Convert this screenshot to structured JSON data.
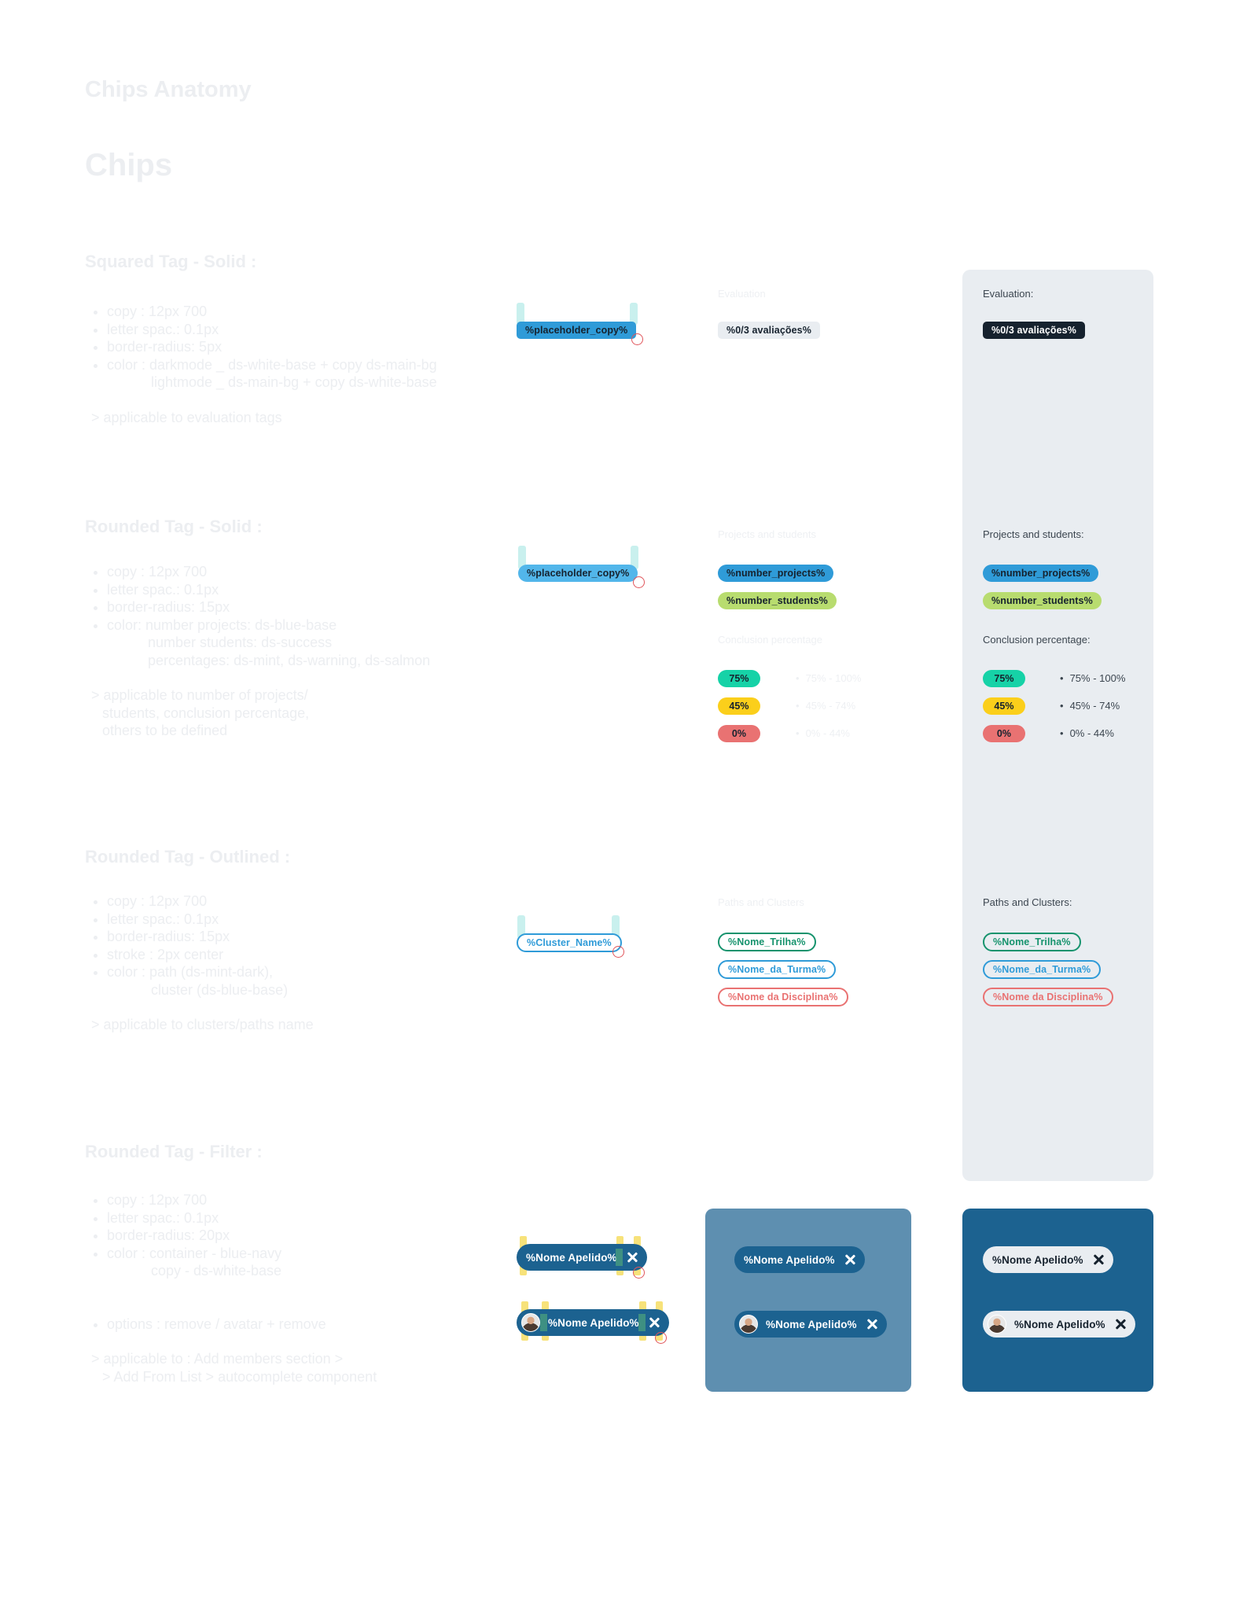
{
  "page": {
    "anatomy_title": "Chips Anatomy",
    "title": "Chips"
  },
  "sections": {
    "squared_solid": {
      "heading": "Squared Tag - Solid :",
      "specs": [
        "copy : 12px 700",
        "letter spac.: 0.1px",
        "border-radius: 5px",
        "color : darkmode _ ds-white-base + copy ds-main-bg",
        "lightmode _ ds-main-bg + copy ds-white-base"
      ],
      "note": "> applicable to evaluation tags"
    },
    "rounded_solid": {
      "heading": "Rounded Tag - Solid :",
      "specs": [
        "copy : 12px 700",
        "letter spac.: 0.1px",
        "border-radius: 15px",
        "color: number projects: ds-blue-base",
        "number students: ds-success",
        "percentages: ds-mint, ds-warning, ds-salmon"
      ],
      "note": [
        "> applicable to number of projects/",
        "students, conclusion percentage,",
        "others to be defined"
      ]
    },
    "rounded_outlined": {
      "heading": "Rounded Tag - Outlined :",
      "specs": [
        "copy : 12px 700",
        "letter spac.: 0.1px",
        "border-radius: 15px",
        "stroke : 2px center",
        "color : path (ds-mint-dark),",
        "cluster (ds-blue-base)"
      ],
      "note": "> applicable to clusters/paths name"
    },
    "rounded_filter": {
      "heading": "Rounded Tag - Filter :",
      "specs": [
        "copy : 12px 700",
        "letter spac.: 0.1px",
        "border-radius: 20px",
        "color : container - blue-navy",
        "copy - ds-white-base"
      ],
      "options": "options : remove / avatar + remove",
      "note": [
        "> applicable to : Add members section >",
        "> Add From List >  autocomplete component"
      ]
    }
  },
  "anatomy_chips": {
    "placeholder_square": "%placeholder_copy%",
    "placeholder_round": "%placeholder_copy%",
    "cluster": "%Cluster_Name%",
    "filter": "%Nome Apelido%",
    "filter_avatar": "%Nome Apelido%"
  },
  "labels": {
    "evaluation": "Evaluation:",
    "evaluation_faint": "Evaluation",
    "projects_students": "Projects and students:",
    "projects_students_faint": "Projects and students",
    "conclusion": "Conclusion percentage:",
    "conclusion_faint": "Conclusion percentage",
    "paths_clusters": "Paths and Clusters:",
    "paths_clusters_faint": "Paths and Clusters"
  },
  "chips": {
    "evaluation": "%0/3 avaliações%",
    "number_projects": "%number_projects%",
    "number_students": "%number_students%",
    "pct_high": "75%",
    "pct_mid": "45%",
    "pct_low": "0%",
    "trilha": "%Nome_Trilha%",
    "turma": "%Nome_da_Turma%",
    "disciplina": "%Nome da Disciplina%",
    "filter_name": "%Nome Apelido%"
  },
  "legend": {
    "high": "75% - 100%",
    "mid": "45% - 74%",
    "low": "0% - 44%"
  },
  "colors": {
    "main_bg": "#16222e",
    "blue_base": "#2f9bd8",
    "blue_light": "#52b6ea",
    "success": "#b8dc6f",
    "mint": "#16d2a7",
    "warning": "#fbcf1b",
    "salmon": "#e97272",
    "mint_dark": "#16936d",
    "blue_navy": "#1c6290",
    "panel_light": "#e9edf1",
    "panel_mid": "#5e8fb0"
  },
  "icons": {
    "remove": "close-icon",
    "avatar": "user-avatar"
  }
}
